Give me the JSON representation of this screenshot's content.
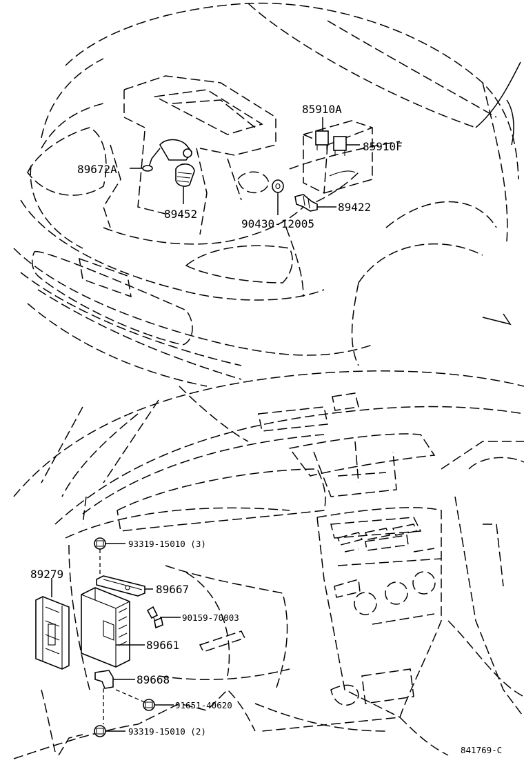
{
  "labels": {
    "p85910A": "85910A",
    "p85910F": "85910F",
    "p89672A": "89672A",
    "p89452": "89452",
    "p89422": "89422",
    "p9043012005": "90430-12005",
    "p9331915010_3": "93319-15010 (3)",
    "p89279": "89279",
    "p89667": "89667",
    "p9015970003": "90159-70003",
    "p89661": "89661",
    "p89668": "89668",
    "p9165140620": "91651-40620",
    "p9331915010_2": "93319-15010 (2)",
    "drawing_number": "841769-C"
  }
}
